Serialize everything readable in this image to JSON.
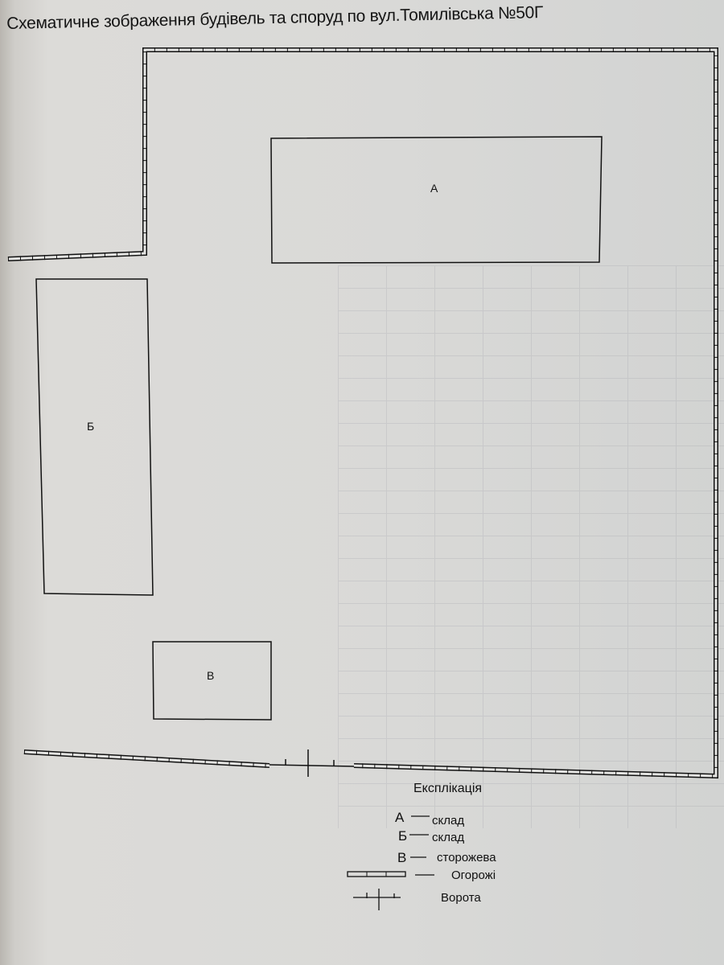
{
  "title": "Схематичне зображення будівель та споруд по вул.Томилівська №50Г",
  "buildings": [
    {
      "id": "A",
      "label": "А"
    },
    {
      "id": "B",
      "label": "Б"
    },
    {
      "id": "V",
      "label": "В"
    }
  ],
  "legend": {
    "heading": "Експлікація",
    "items": [
      {
        "key": "А",
        "text": "склад"
      },
      {
        "key": "Б",
        "text": "склад"
      },
      {
        "key": "В",
        "text": "сторожева"
      },
      {
        "key": "fence-symbol",
        "text": "Огорожі"
      },
      {
        "key": "gate-symbol",
        "text": "Ворота"
      }
    ]
  }
}
